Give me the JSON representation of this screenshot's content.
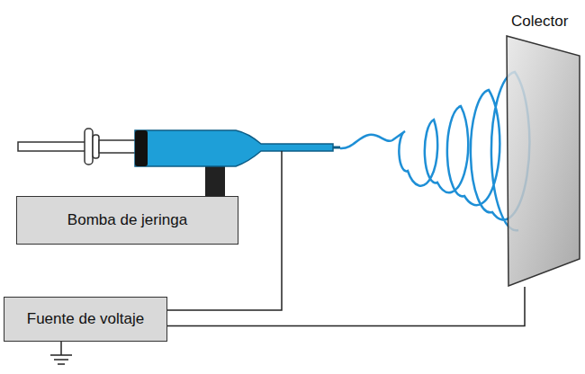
{
  "diagram": {
    "nodes": [
      {
        "text": [
          "Colector"
        ]
      },
      {
        "text": [
          "Bomba de jeringa"
        ]
      },
      {
        "text": [
          "Fuente de voltaje"
        ]
      }
    ],
    "edges": [
      {
        "from": 2,
        "to": 0,
        "arrow": "none"
      }
    ]
  }
}
